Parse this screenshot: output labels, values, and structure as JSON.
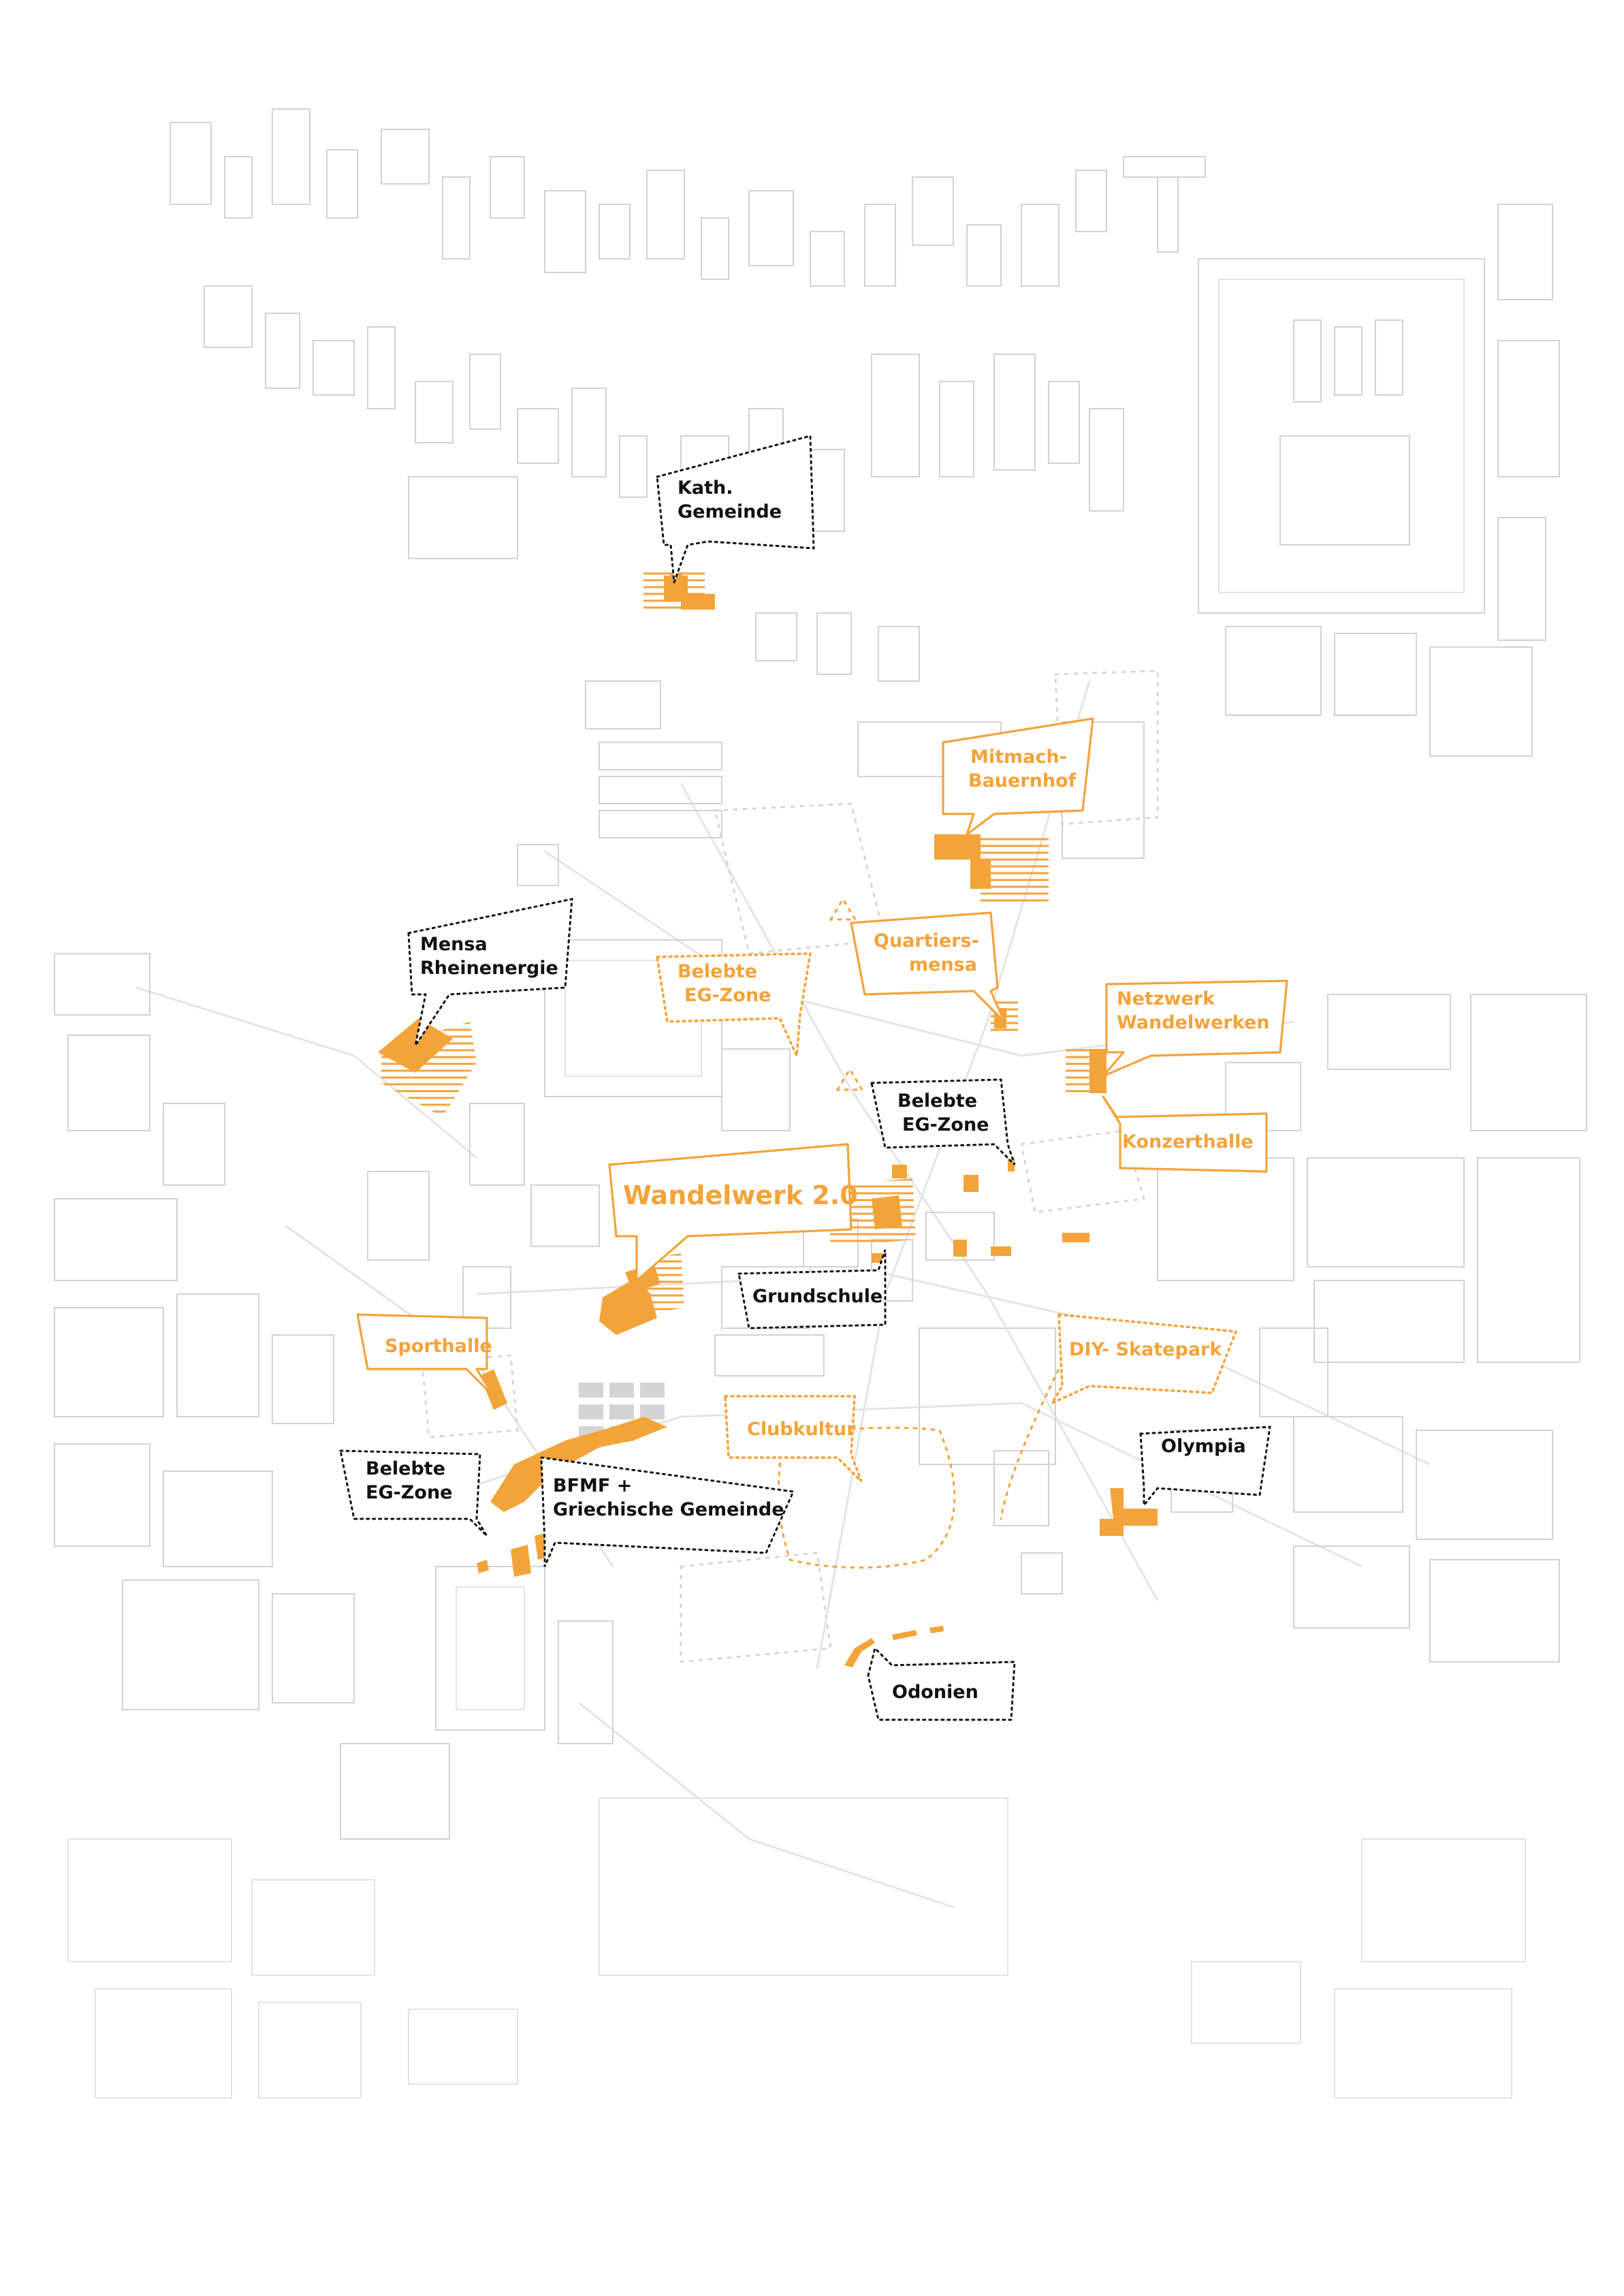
{
  "colors": {
    "accent": "#f2a33a",
    "label_dark": "#111111",
    "background_buildings": "#d2d2d2"
  },
  "labels": {
    "kath_gemeinde": [
      "Kath.",
      "Gemeinde"
    ],
    "mitmach_bauernhof": [
      "Mitmach-",
      "Bauernhof"
    ],
    "mensa_rheinenergie": [
      "Mensa",
      "Rheinenergie"
    ],
    "belebte_eg_zone_orange": [
      "Belebte",
      "EG-Zone"
    ],
    "quartiersmensa": [
      "Quartiers-",
      "mensa"
    ],
    "netzwerk_wandelwerken": [
      "Netzwerk",
      "Wandelwerken"
    ],
    "belebte_eg_zone_center": [
      "Belebte",
      "EG-Zone"
    ],
    "konzerthalle": [
      "Konzerthalle"
    ],
    "wandelwerk": [
      "Wandelwerk 2.0"
    ],
    "grundschule": [
      "Grundschule"
    ],
    "sporthalle": [
      "Sporthalle"
    ],
    "diy_skatepark": [
      "DIY- Skatepark"
    ],
    "clubkultur": [
      "Clubkultur"
    ],
    "olympia": [
      "Olympia"
    ],
    "belebte_eg_zone_west": [
      "Belebte",
      "EG-Zone"
    ],
    "bfmf": [
      "BFMF +",
      "Griechische Gemeinde"
    ],
    "odonien": [
      "Odonien"
    ]
  }
}
